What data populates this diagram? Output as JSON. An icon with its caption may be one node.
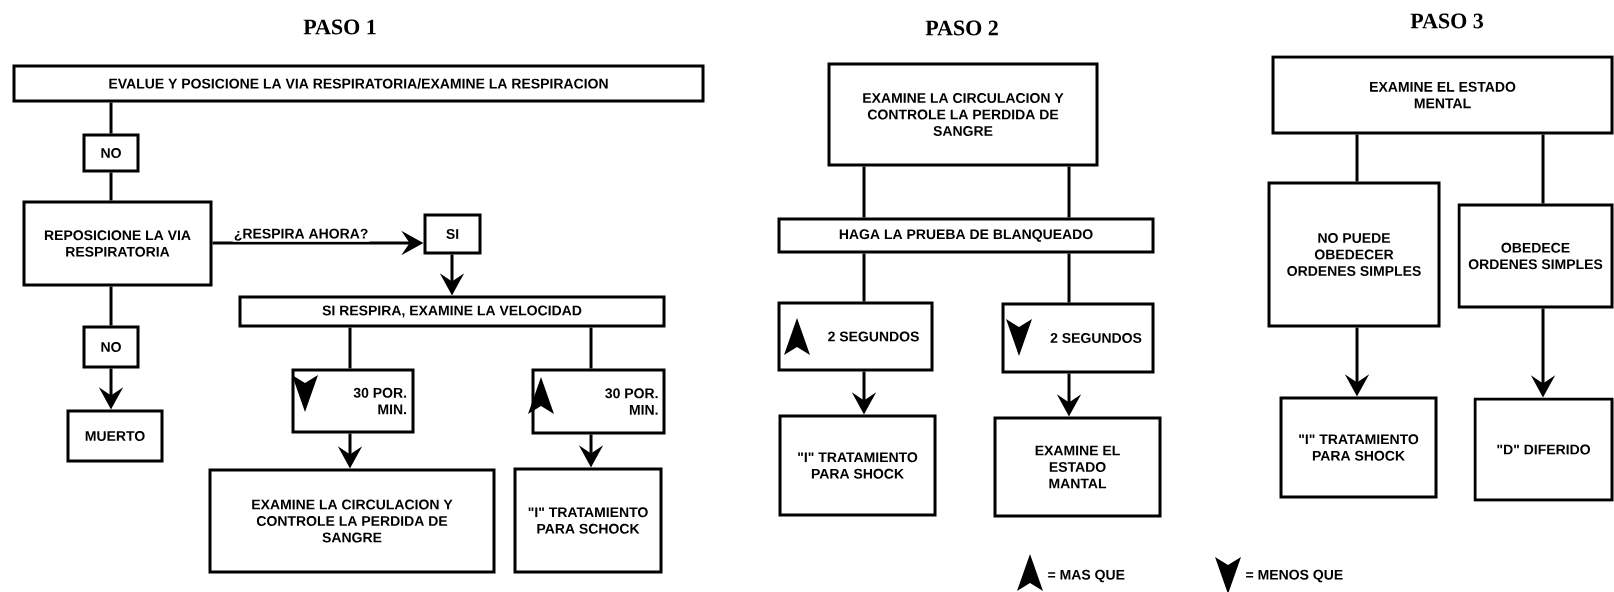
{
  "diagram": {
    "nodes": [
      {
        "text": [
          "EVALUE Y POSICIONE LA VIA RESPIRATORIA/EXAMINE LA RESPIRACION"
        ]
      },
      {
        "text": [
          "NO"
        ]
      },
      {
        "text": [
          "REPOSICIONE LA VIA RESPIRATORIA"
        ]
      },
      {
        "text": [
          "SI"
        ]
      },
      {
        "text": [
          "SI RESPIRA, EXAMINE LA VELOCIDAD"
        ]
      },
      {
        "text": [
          "NO"
        ]
      },
      {
        "text": [
          "MUERTO"
        ]
      },
      {
        "text": [
          "30 POR. MIN."
        ]
      },
      {
        "text": [
          "30 POR. MIN."
        ]
      },
      {
        "text": [
          "EXAMINE LA CIRCULACION Y CONTROLE LA PERDIDA DE SANGRE"
        ]
      },
      {
        "text": [
          "\"I\" TRATAMIENTO PARA SCHOCK"
        ]
      },
      {
        "text": [
          "EXAMINE LA CIRCULACION Y CONTROLE LA PERDIDA DE SANGRE"
        ]
      },
      {
        "text": [
          "HAGA LA PRUEBA DE BLANQUEADO"
        ]
      },
      {
        "text": [
          "2 SEGUNDOS"
        ]
      },
      {
        "text": [
          "2 SEGUNDOS"
        ]
      },
      {
        "text": [
          "\"I\" TRATAMIENTO PARA SHOCK"
        ]
      },
      {
        "text": [
          "EXAMINE EL ESTADO MANTAL"
        ]
      },
      {
        "text": [
          "EXAMINE EL ESTADO MENTAL"
        ]
      },
      {
        "text": [
          "NO PUEDE OBEDECER ORDENES SIMPLES"
        ]
      },
      {
        "text": [
          "OBEDECE ORDENES SIMPLES"
        ]
      },
      {
        "text": [
          "\"I\" TRATAMIENTO PARA SHOCK"
        ]
      },
      {
        "text": [
          "\"D\" DIFERIDO"
        ]
      }
    ],
    "edges": [
      {
        "from": 0,
        "to": 1,
        "arrow": "none"
      },
      {
        "from": 1,
        "to": 2,
        "arrow": "none"
      },
      {
        "from": 2,
        "to": 3,
        "arrow": "to",
        "label": "¿RESPIRA AHORA?"
      },
      {
        "from": 3,
        "to": 4,
        "arrow": "to"
      },
      {
        "from": 2,
        "to": 5,
        "arrow": "none"
      },
      {
        "from": 5,
        "to": 6,
        "arrow": "to"
      },
      {
        "from": 4,
        "to": 7,
        "arrow": "none"
      },
      {
        "from": 4,
        "to": 8,
        "arrow": "none"
      },
      {
        "from": 7,
        "to": 9,
        "arrow": "to"
      },
      {
        "from": 8,
        "to": 10,
        "arrow": "to"
      },
      {
        "from": 11,
        "to": 12,
        "arrow": "none"
      },
      {
        "from": 11,
        "to": 12,
        "arrow": "none"
      },
      {
        "from": 12,
        "to": 13,
        "arrow": "none"
      },
      {
        "from": 12,
        "to": 14,
        "arrow": "none"
      },
      {
        "from": 13,
        "to": 15,
        "arrow": "to"
      },
      {
        "from": 14,
        "to": 16,
        "arrow": "to"
      },
      {
        "from": 17,
        "to": 18,
        "arrow": "none"
      },
      {
        "from": 17,
        "to": 19,
        "arrow": "none"
      },
      {
        "from": 18,
        "to": 20,
        "arrow": "to"
      },
      {
        "from": 19,
        "to": 21,
        "arrow": "to"
      }
    ],
    "labels": [
      "PASO 1",
      "PASO 2",
      "PASO 3"
    ],
    "legend": [
      {
        "text": "= MAS QUE"
      },
      {
        "text": "= MENOS QUE"
      }
    ]
  }
}
